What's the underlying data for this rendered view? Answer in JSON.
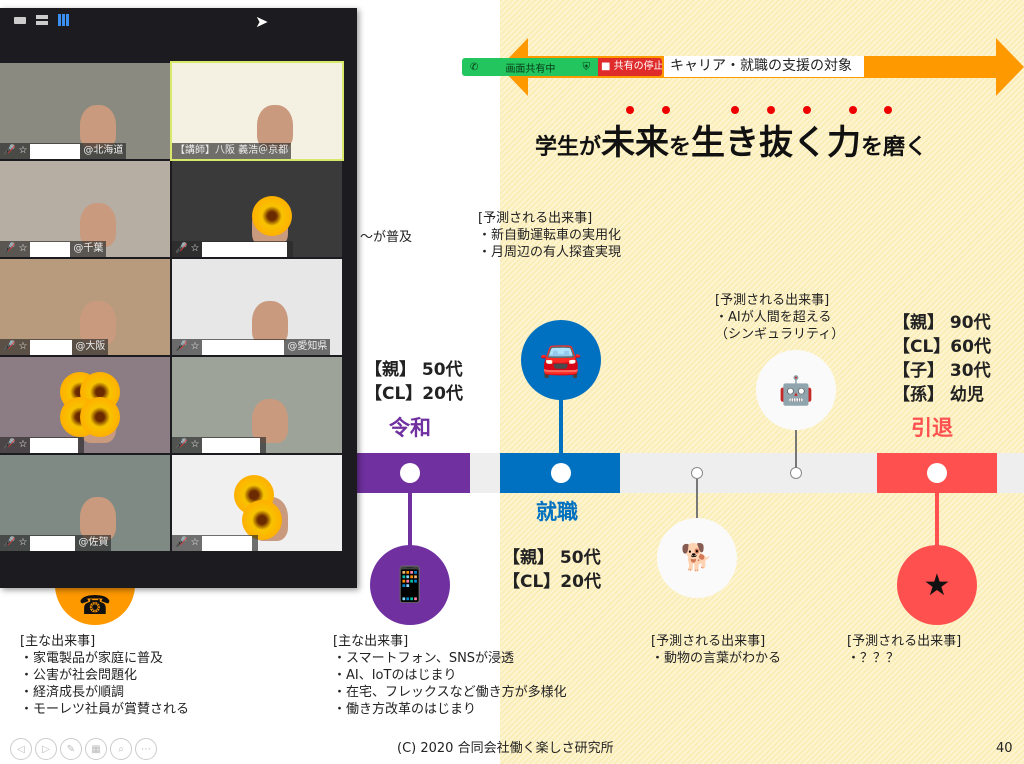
{
  "share_bar": {
    "status": "画面共有中",
    "stop_label": "共有の停止"
  },
  "slide": {
    "arrow_label": "キャリア・就職の支援の対象",
    "title_parts": [
      "学生が",
      "未来",
      "を",
      "生き抜く",
      "力",
      "を磨く"
    ],
    "partial_text": "〜が普及",
    "reiwa": {
      "label": "令和",
      "ages": [
        "【親】 50代",
        "【CL】20代"
      ]
    },
    "shushoku": {
      "label": "就職",
      "ages": [
        "【親】 50代",
        "【CL】20代"
      ]
    },
    "intai": {
      "label": "引退",
      "ages": [
        "【親】 90代",
        "【CL】60代",
        "【子】 30代",
        "【孫】 幼児"
      ]
    },
    "events_top": {
      "heading": "[予測される出来事]",
      "items": [
        "・新自動運転車の実用化",
        "・月周辺の有人探査実現"
      ]
    },
    "events_ai": {
      "heading": "[予測される出来事]",
      "items": [
        "・AIが人間を超える",
        "（シンギュラリティ）"
      ]
    },
    "events_left": {
      "heading": "[主な出来事]",
      "items": [
        "・家電製品が家庭に普及",
        "・公害が社会問題化",
        "・経済成長が順調",
        "・モーレツ社員が賞賛される"
      ]
    },
    "events_mid": {
      "heading": "[主な出来事]",
      "items": [
        "・スマートフォン、SNSが浸透",
        "・AI、IoTのはじまり",
        "・在宅、フレックスなど働き方が多様化",
        "・働き方改革のはじまり"
      ]
    },
    "events_animal": {
      "heading": "[予測される出来事]",
      "items": [
        "・動物の言葉がわかる"
      ]
    },
    "events_retire": {
      "heading": "[予測される出来事]",
      "items": [
        "・？？？"
      ]
    },
    "footer": "(C) 2020 合同会社働く楽しさ研究所",
    "page_number": "40"
  },
  "participants": [
    {
      "name": "@北海道"
    },
    {
      "name": "【講師】八阪 義浩＠京都"
    },
    {
      "name": "@千葉"
    },
    {
      "name": ""
    },
    {
      "name": "@大阪"
    },
    {
      "name": "@愛知県"
    },
    {
      "name": ""
    },
    {
      "name": ""
    },
    {
      "name": "@佐賀"
    },
    {
      "name": ""
    }
  ],
  "colors": {
    "purple": "#7030a0",
    "blue": "#0070c0",
    "red": "#ff5050",
    "orange": "#ff9900",
    "share_green": "#22c55e",
    "share_red": "#e02b2b"
  }
}
